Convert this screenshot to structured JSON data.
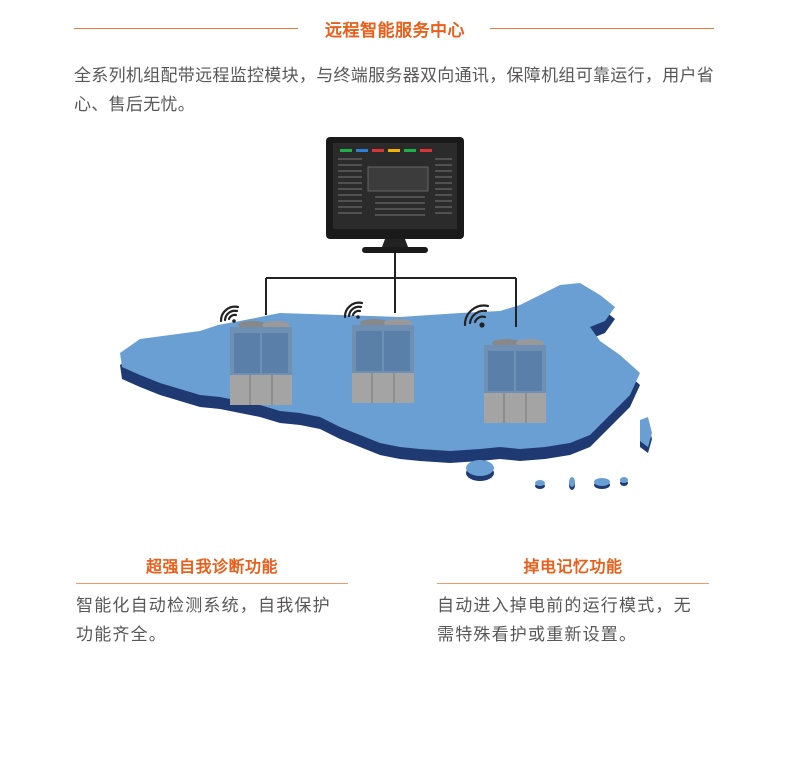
{
  "header": {
    "title": "远程智能服务中心",
    "accent_color": "#e8601c"
  },
  "intro": {
    "text": "全系列机组配带远程监控模块，与终端服务器双向通讯，保障机组可靠运行，用户省心、售后无忧。"
  },
  "illustration": {
    "monitor": "monitoring-software-screen",
    "units": [
      {
        "name": "heat-pump-unit-west",
        "wifi": true
      },
      {
        "name": "heat-pump-unit-central",
        "wifi": true
      },
      {
        "name": "heat-pump-unit-east",
        "wifi": true
      }
    ],
    "map": "china-map-3d",
    "map_top_color": "#6a9fd4",
    "map_side_color": "#1f3a73"
  },
  "features": [
    {
      "title": "超强自我诊断功能",
      "description": "智能化自动检测系统，自我保护功能齐全。"
    },
    {
      "title": "掉电记忆功能",
      "description": "自动进入掉电前的运行模式，无需特殊看护或重新设置。"
    }
  ]
}
